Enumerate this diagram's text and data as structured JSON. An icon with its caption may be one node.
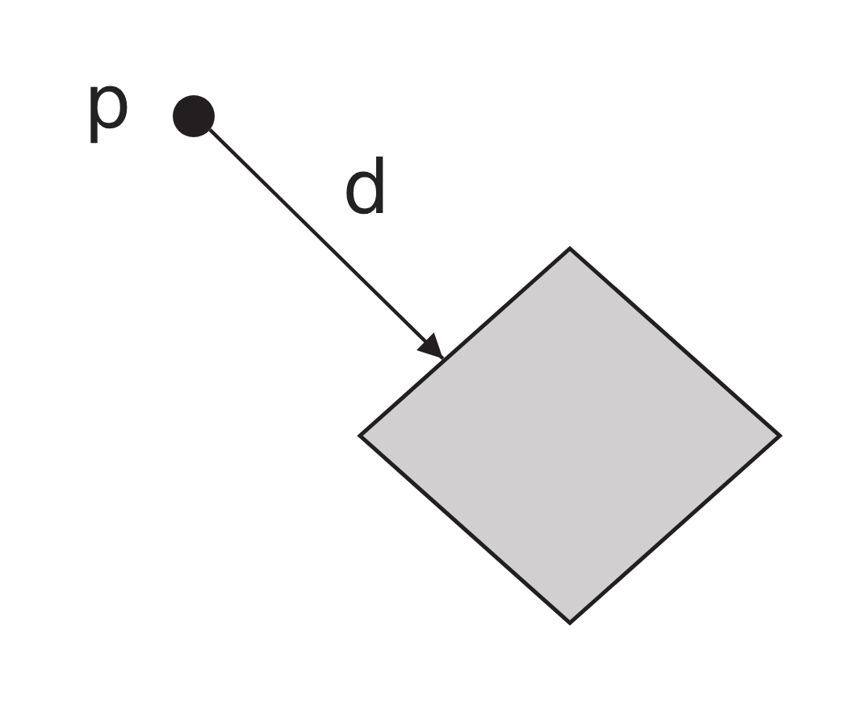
{
  "diagram": {
    "nodes": [
      {
        "text": [],
        "shape": "circle",
        "beside": [
          "p"
        ]
      },
      {
        "text": [],
        "shape": "diamond"
      }
    ],
    "edges": [
      {
        "from": 0,
        "to": 1,
        "arrow": "to",
        "label": "d"
      }
    ]
  }
}
